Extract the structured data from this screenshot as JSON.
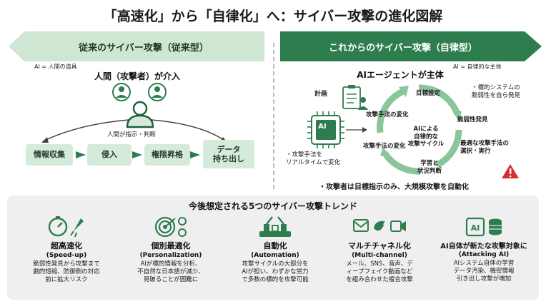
{
  "title": "「高速化」から「自律化」へ：サイバー攻撃の進化図解",
  "left": {
    "banner": "従来のサイバー攻撃（従来型）",
    "ai_note": "AI = 人間の道具",
    "heading": "人間（攻撃者）が介入",
    "instruction": "人間が指示・判断",
    "steps": [
      "情報収集",
      "侵入",
      "権限昇格",
      "データ\n持ち出し"
    ]
  },
  "right": {
    "banner": "これからのサイバー攻撃（自律型）",
    "ai_note": "AI = 自律的な主体",
    "heading": "AIエージェントが主体",
    "plan_label": "計画",
    "chip_label": "AI",
    "chip_note": "・攻撃手法を\nリアルタイムで変化",
    "cycle_center": "AIによる\n自律的な\n攻撃サイクル",
    "cycle_steps": [
      "目標設定",
      "脆弱性発見",
      "最適な攻撃手法の\n選択・実行",
      "学習と\n状況判断",
      "攻撃手法の変化",
      "攻撃手法の変化"
    ],
    "target_note": "・標的システムの\n脆弱性を自ら発見",
    "bottom_note": "・攻撃者は目標指示のみ、大規模攻撃を自動化"
  },
  "trends": {
    "title": "今後想定される5つのサイバー攻撃トレンド",
    "items": [
      {
        "icon": "speed-rocket-icon",
        "name": "超高速化",
        "en": "(Speed-up)",
        "desc": "脆弱性発見から攻撃まで\n劇的短縮、防御側の対応\n前に拡大リスク"
      },
      {
        "icon": "target-personalization-icon",
        "name": "個別最適化",
        "en": "(Personalization)",
        "desc": "AIが標的情報を分析、\n不自然な日本語が減少、\n見破ることが困難に"
      },
      {
        "icon": "factory-robot-icon",
        "name": "自動化",
        "en": "(Automation)",
        "desc": "攻撃サイクルの大部分を\nAIが担い、わずかな労力\nで多数の標的を攻撃可能"
      },
      {
        "icon": "multichannel-icon",
        "name": "マルチチャネル化",
        "en": "(Multi-channel)",
        "desc": "メール、SNS、音声、デ\nィープフェイク動画など\nを組み合わせた複合攻撃"
      },
      {
        "icon": "ai-database-icon",
        "name": "AI自体が新たな攻撃対象に",
        "en": "(Attacking AI)",
        "desc": "AIシステム自体の学習\nデータ汚染、機密情報\n引き出し攻撃が増加"
      }
    ]
  },
  "colors": {
    "dark_green": "#2e7d4f",
    "light_green": "#cfe6d3",
    "panel_gray": "#efefef",
    "warning_red": "#d32f2f"
  }
}
